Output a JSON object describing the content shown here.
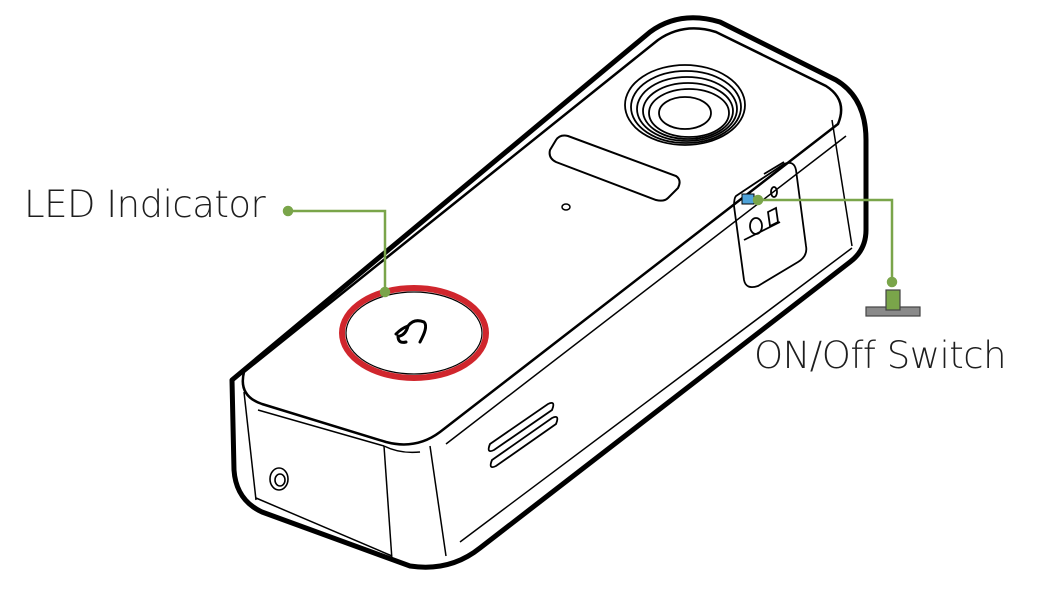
{
  "diagram": {
    "subject": "Video doorbell device",
    "callouts": [
      {
        "id": "led",
        "label": "LED Indicator",
        "target": "ring around doorbell button"
      },
      {
        "id": "switch",
        "label": "ON/Off Switch",
        "target": "switch in side compartment"
      }
    ],
    "colors": {
      "outline": "#000000",
      "leader_line": "#7aa54a",
      "led_ring": "#d0262d",
      "switch_body": "#7aa54a",
      "switch_base": "#8a8a8a",
      "switch_highlight": "#4fa3d9",
      "text": "#1e1e1e"
    },
    "icons": [
      "bell-button-icon",
      "camera-lens-icon",
      "sensor-window-icon",
      "switch-symbol-icon",
      "speaker-grille-icon",
      "reset-hole-icon"
    ]
  }
}
